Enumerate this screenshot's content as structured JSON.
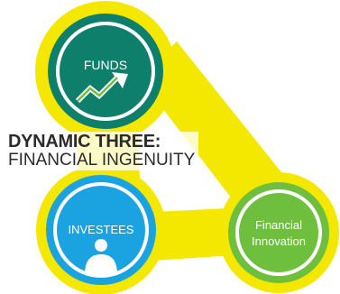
{
  "diagram": {
    "heading_line1": "DYNAMIC THREE:",
    "heading_line2": "FINANCIAL INGENUITY",
    "nodes": {
      "funds": {
        "label": "FUNDS",
        "color": "#0e7f6a",
        "icon": "growth-arrow-icon"
      },
      "investees": {
        "label": "INVESTEES",
        "color": "#1aa3e0",
        "icon": "person-icon"
      },
      "innovation": {
        "label_line1": "Financial",
        "label_line2": "Innovation",
        "color": "#6fbf3f"
      }
    },
    "connector_color": "#f5e800",
    "ring_color": "#f5e800"
  }
}
